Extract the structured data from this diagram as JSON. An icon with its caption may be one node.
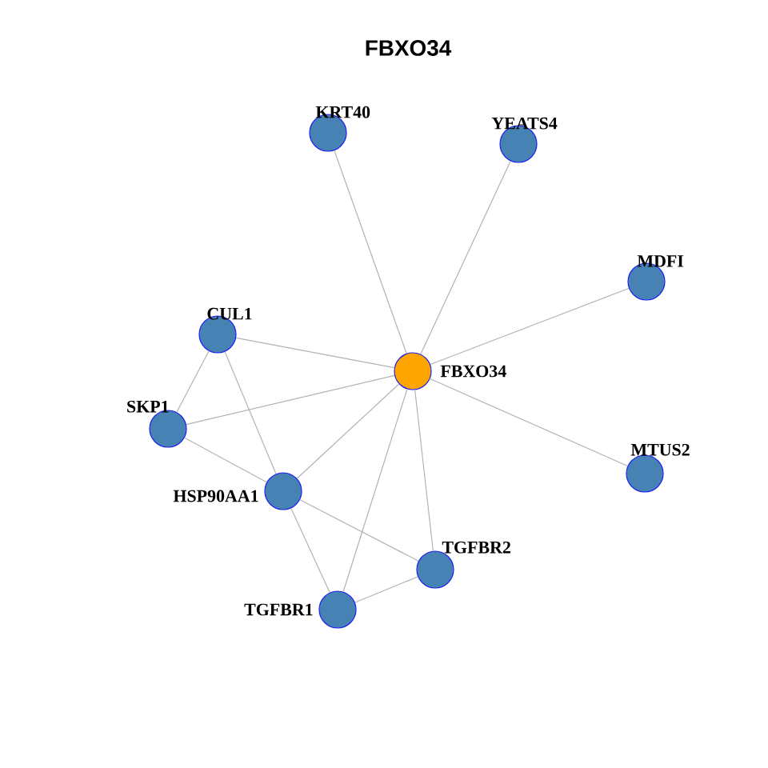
{
  "diagram": {
    "title": "FBXO34",
    "nodes": [
      {
        "text": [
          "KRT40"
        ]
      },
      {
        "text": [
          "YEATS4"
        ]
      },
      {
        "text": [
          "MDFI"
        ]
      },
      {
        "text": [
          "CUL1"
        ]
      },
      {
        "text": [
          "FBXO34"
        ]
      },
      {
        "text": [
          "SKP1"
        ]
      },
      {
        "text": [
          "HSP90AA1"
        ]
      },
      {
        "text": [
          "MTUS2"
        ]
      },
      {
        "text": [
          "TGFBR2"
        ]
      },
      {
        "text": [
          "TGFBR1"
        ]
      }
    ],
    "edges": [
      {
        "from": 4,
        "to": 0,
        "arrow": "none"
      },
      {
        "from": 4,
        "to": 1,
        "arrow": "none"
      },
      {
        "from": 4,
        "to": 2,
        "arrow": "none"
      },
      {
        "from": 4,
        "to": 3,
        "arrow": "none"
      },
      {
        "from": 4,
        "to": 5,
        "arrow": "none"
      },
      {
        "from": 4,
        "to": 6,
        "arrow": "none"
      },
      {
        "from": 4,
        "to": 7,
        "arrow": "none"
      },
      {
        "from": 4,
        "to": 8,
        "arrow": "none"
      },
      {
        "from": 4,
        "to": 9,
        "arrow": "none"
      },
      {
        "from": 3,
        "to": 5,
        "arrow": "none"
      },
      {
        "from": 3,
        "to": 6,
        "arrow": "none"
      },
      {
        "from": 5,
        "to": 6,
        "arrow": "none"
      },
      {
        "from": 6,
        "to": 8,
        "arrow": "none"
      },
      {
        "from": 6,
        "to": 9,
        "arrow": "none"
      },
      {
        "from": 9,
        "to": 8,
        "arrow": "none"
      }
    ]
  }
}
